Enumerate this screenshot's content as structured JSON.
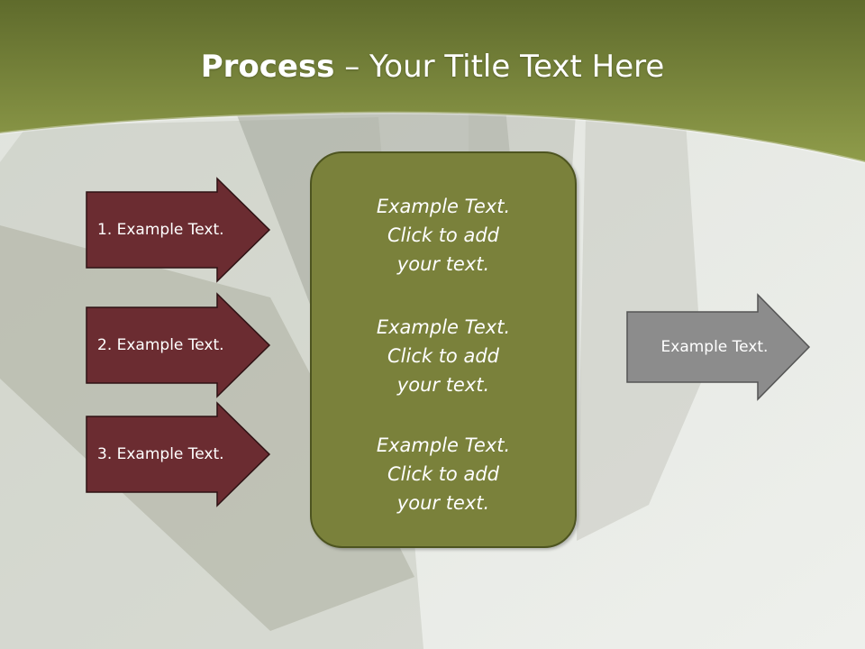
{
  "slide": {
    "title_bold": "Process",
    "title_rest": " – Your Title Text Here"
  },
  "left_arrows": [
    {
      "label": "1. Example Text."
    },
    {
      "label": "2. Example Text."
    },
    {
      "label": "3. Example Text."
    }
  ],
  "center_box": {
    "blocks": [
      {
        "line1": "Example Text.",
        "line2": "Click  to add",
        "line3": "your text."
      },
      {
        "line1": "Example Text.",
        "line2": "Click  to add",
        "line3": "your text."
      },
      {
        "line1": "Example Text.",
        "line2": "Click  to add",
        "line3": "your text."
      }
    ]
  },
  "right_arrow": {
    "label": "Example Text."
  },
  "colors": {
    "header_green": "#7f8b3a",
    "arrow_maroon": "#6b2c31",
    "box_olive": "#7a813b",
    "arrow_gray": "#8c8c8c"
  }
}
